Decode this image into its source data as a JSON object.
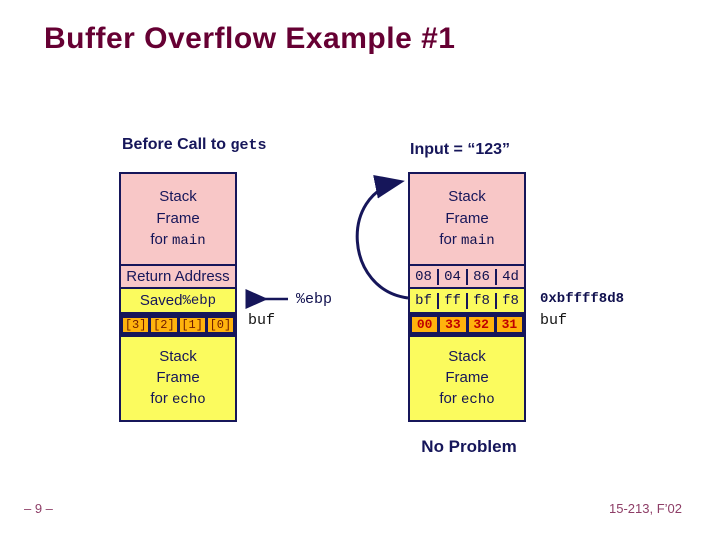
{
  "slide": {
    "title": "Buffer Overflow Example #1",
    "no_problem": "No Problem",
    "footer": {
      "page": "– 9 –",
      "course": "15-213, F’02"
    }
  },
  "colors": {
    "title_maroon": "#660033",
    "navy": "#16165A",
    "pink": "#F8C7C7",
    "yellow": "#FBFB5E",
    "orange": "#FFB30D",
    "byte_red": "#C00000",
    "footer_maroon": "#8E3E67"
  },
  "left_diagram": {
    "heading_prefix": "Before Call to ",
    "heading_code": "gets",
    "main_frame": {
      "line1": "Stack",
      "line2": "Frame",
      "line3_prefix": "for ",
      "line3_code": "main"
    },
    "return_address": "Return Address",
    "saved_ebp_prefix": "Saved ",
    "saved_ebp_code": "%ebp",
    "ebp_pointer_label": "%ebp",
    "buf_cells": [
      "[3]",
      "[2]",
      "[1]",
      "[0]"
    ],
    "buf_label": "buf",
    "echo_frame": {
      "line1": "Stack",
      "line2": "Frame",
      "line3_prefix": "for ",
      "line3_code": "echo"
    }
  },
  "right_diagram": {
    "heading": "Input = “123”",
    "main_frame": {
      "line1": "Stack",
      "line2": "Frame",
      "line3_prefix": "for ",
      "line3_code": "main"
    },
    "return_address_bytes": [
      "08",
      "04",
      "86",
      "4d"
    ],
    "saved_ebp_bytes": [
      "bf",
      "ff",
      "f8",
      "f8"
    ],
    "buf_bytes": [
      "00",
      "33",
      "32",
      "31"
    ],
    "address_label": "0xbffff8d8",
    "buf_label": "buf",
    "echo_frame": {
      "line1": "Stack",
      "line2": "Frame",
      "line3_prefix": "for ",
      "line3_code": "echo"
    }
  }
}
